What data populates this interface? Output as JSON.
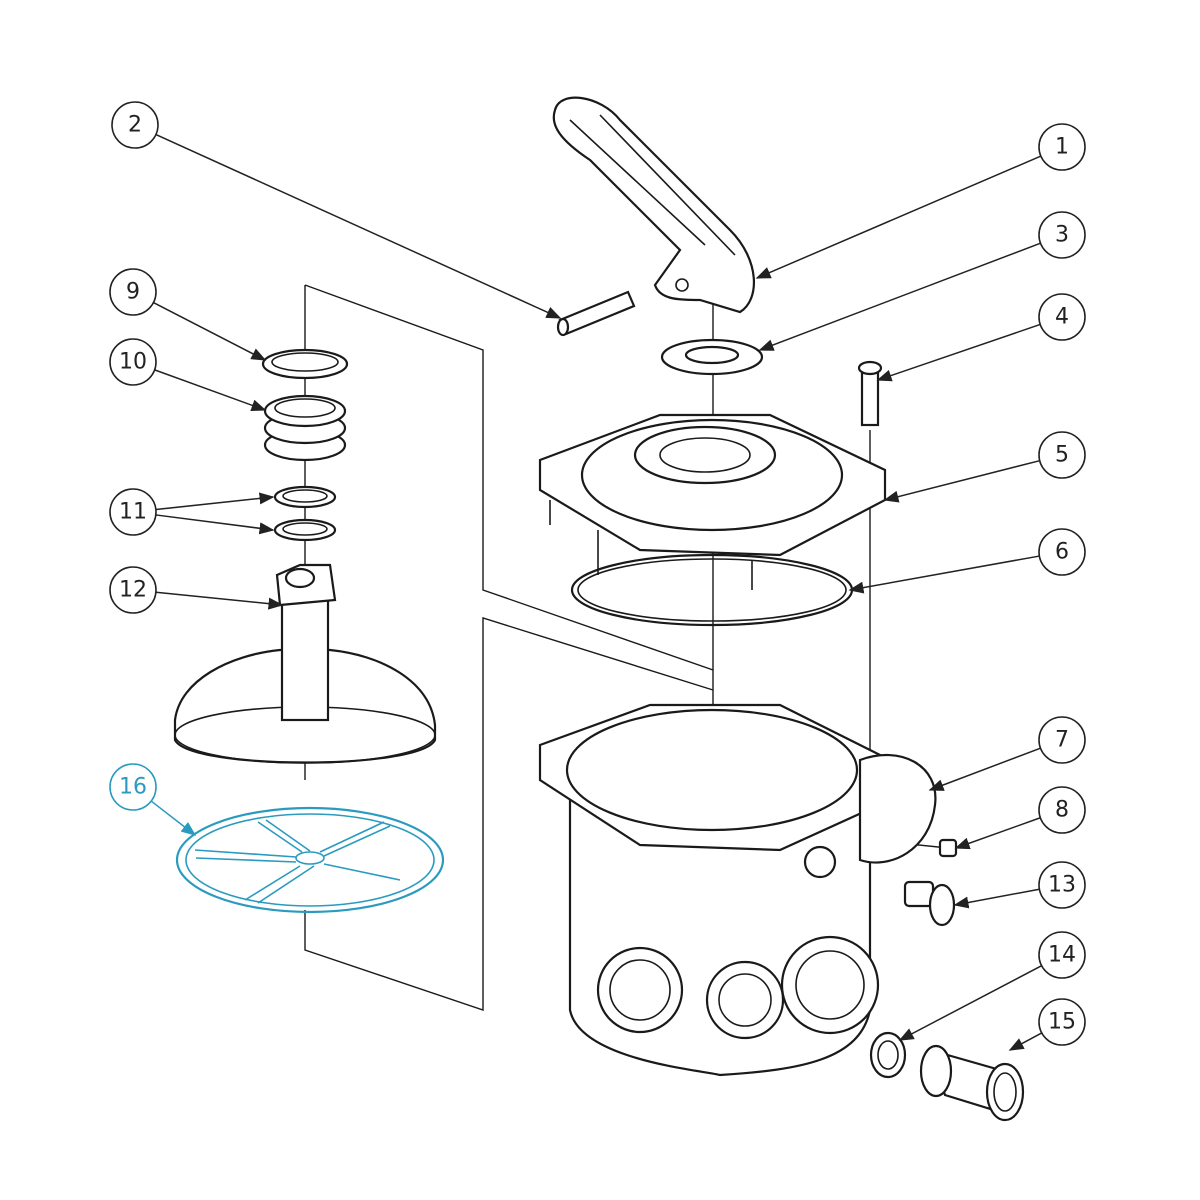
{
  "diagram": {
    "title": "Multiport valve exploded view",
    "highlight_color": "#2a9bbf",
    "line_color": "#1a1a1a",
    "callouts": [
      {
        "number": "1",
        "part": "handle"
      },
      {
        "number": "2",
        "part": "pin"
      },
      {
        "number": "3",
        "part": "washer"
      },
      {
        "number": "4",
        "part": "screw"
      },
      {
        "number": "5",
        "part": "valve-cover"
      },
      {
        "number": "6",
        "part": "cover-o-ring"
      },
      {
        "number": "7",
        "part": "valve-body"
      },
      {
        "number": "8",
        "part": "nut"
      },
      {
        "number": "9",
        "part": "top-seal-ring"
      },
      {
        "number": "10",
        "part": "spring"
      },
      {
        "number": "11",
        "part": "shaft-o-rings"
      },
      {
        "number": "12",
        "part": "rotor"
      },
      {
        "number": "13",
        "part": "drain-plug"
      },
      {
        "number": "14",
        "part": "fitting-gasket"
      },
      {
        "number": "15",
        "part": "hose-fitting"
      },
      {
        "number": "16",
        "part": "spider-gasket",
        "highlighted": true
      }
    ]
  }
}
